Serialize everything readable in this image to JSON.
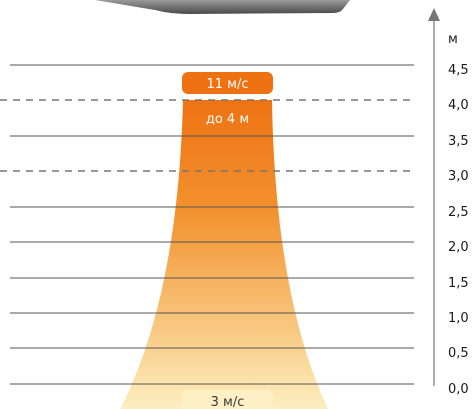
{
  "axis": {
    "unit_label": "м",
    "ticks": [
      "4,5",
      "4,0",
      "3,5",
      "3,0",
      "2,5",
      "2,0",
      "1,5",
      "1,0",
      "0,5",
      "0,0"
    ]
  },
  "labels": {
    "top_speed": "11 м/с",
    "range": "до 4 м",
    "bottom_speed": "3 м/с"
  },
  "chart_data": {
    "type": "area",
    "y_unit": "м",
    "ylim": [
      0,
      4.5
    ],
    "y_ticks": [
      0.0,
      0.5,
      1.0,
      1.5,
      2.0,
      2.5,
      3.0,
      3.5,
      4.0,
      4.5
    ],
    "dashed_lines_at": [
      3.0,
      4.0
    ],
    "airflow": {
      "top_speed_label": "11 м/с",
      "range_label": "до 4 м",
      "bottom_speed_label": "3 м/с"
    }
  },
  "colors": {
    "orange": "#ee7212",
    "light_yellow": "#fdf0c4",
    "grid": "#555555",
    "device": "#6a6a6a"
  }
}
